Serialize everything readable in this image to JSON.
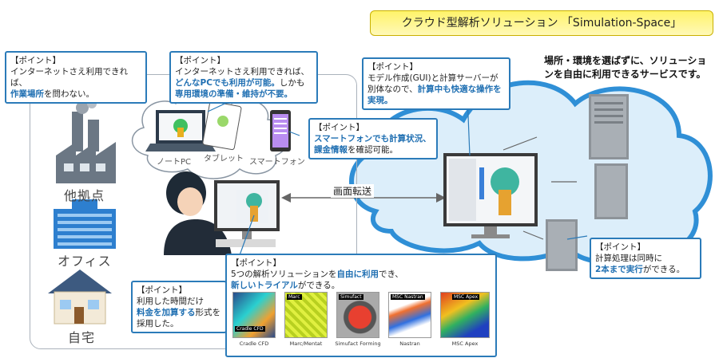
{
  "title": "クラウド型解析ソリューション 「Simulation-Space」",
  "cloud_heading": "場所・環境を選ばずに、ソリューションを自由に利用できるサービスです。",
  "places": {
    "branch": "他拠点",
    "office": "オフィス",
    "home": "自宅"
  },
  "devices": {
    "notebook": "ノートPC",
    "tablet": "タブレット",
    "smartphone": "スマートフォン"
  },
  "screen_transfer": "画面転送",
  "callouts": {
    "c1": {
      "head": "【ポイント】",
      "t1": "インターネットさえ利用できれば、",
      "hl1": "作業場所",
      "t2": "を問わない。"
    },
    "c2": {
      "head": "【ポイント】",
      "t1": "インターネットさえ利用できれば、",
      "hl1": "どんなPCでも利用が可能。",
      "t2": "しかも",
      "hl2": "専用環境の準備・維持が不要。"
    },
    "c3": {
      "head": "【ポイント】",
      "hl1": "スマートフォンでも計算状況、",
      "hl2": "課金情報",
      "t1": "を確認可能。"
    },
    "c4": {
      "head": "【ポイント】",
      "t1": "モデル作成(GUI)と計算サーバーが別体なので、",
      "hl1": "計算中も快適な操作を実現。"
    },
    "c5": {
      "head": "【ポイント】",
      "t1": "利用した時間だけ",
      "hl1": "料金を加算する",
      "t2": "形式を採用した。"
    },
    "c6": {
      "head": "【ポイント】",
      "t1": "5つの解析ソリューションを",
      "hl1": "自由に利用",
      "t2": "でき、",
      "hl2": "新しいトライアル",
      "t3": "ができる。"
    },
    "c7": {
      "head": "【ポイント】",
      "t1": "計算処理は同時に",
      "hl1": "2本まで実行",
      "t2": "ができる。"
    }
  },
  "solutions": [
    {
      "name": "Cradle CFD",
      "tag": "Cradle CFD"
    },
    {
      "name": "Marc/Mentat",
      "tag": "Marc"
    },
    {
      "name": "Simufact Forming",
      "tag": "Simufact"
    },
    {
      "name": "Nastran",
      "tag": "MSC Nastran"
    },
    {
      "name": "MSC Apex",
      "tag": "MSC Apex"
    }
  ],
  "colors": {
    "accent": "#2b7bb9",
    "highlight": "#1f6fb2",
    "cloud": "#dceefa",
    "cloud_border": "#2f8fd6",
    "title_bg": "#fff36a"
  }
}
